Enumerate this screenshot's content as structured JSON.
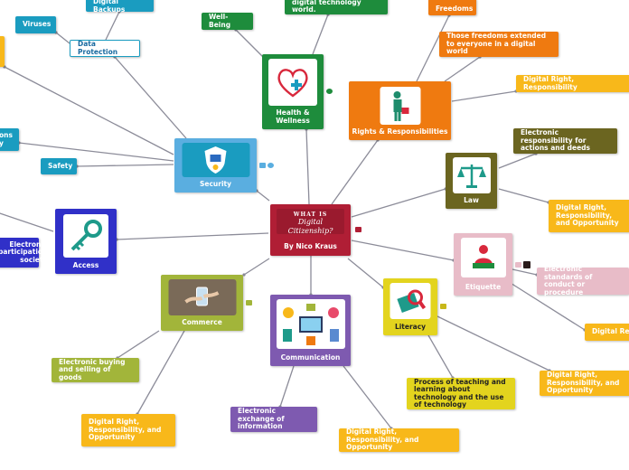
{
  "center": {
    "title_line1": "WHAT IS",
    "title_line2": "Digital Citizenship?",
    "author": "By Nico Kraus"
  },
  "topics": {
    "health": "Health & Wellness",
    "rights": "Rights & Responsibilities",
    "security": "Security",
    "access": "Access",
    "commerce": "Commerce",
    "communication": "Communication",
    "literacy": "Literacy",
    "etiquette": "Etiquette",
    "law": "Law"
  },
  "subtopics": {
    "well_being": "Well-Being",
    "digital_tech_world": "digital technology world.",
    "freedoms": "Freedoms",
    "freedoms_extended": "Those freedoms extended to everyone in a digital world",
    "rights_dr": "Digital Right, Responsibility",
    "digital_backups": "Digital Backups",
    "viruses": "Viruses",
    "data_protection": "Data Protection",
    "ons": "ons y",
    "safety": "Safety",
    "electronic_participation": "Electronic participation society",
    "buying_selling": "Electronic buying and selling of goods",
    "commerce_dr": "Digital Right, Responsibility, and Opportunity",
    "exchange_info": "Electronic exchange of information",
    "communication_dr": "Digital Right, Responsibility, and Opportunity",
    "teaching_learning": "Process of teaching and learning about technology and the use of technology",
    "literacy_dr": "Digital Right, Responsibility, and Opportunity",
    "electronic_standards": "Electronic standards of conduct or procedure",
    "etiquette_dr": "Digital Res",
    "law_responsibility": "Electronic responsibility for actions and deeds",
    "law_dr": "Digital Right, Responsibility, and Opportunity"
  },
  "colors": {
    "center": "#b01e35",
    "health": "#1e8c3c",
    "rights": "#ef7a10",
    "security": "#5aaee0",
    "access": "#3030c8",
    "commerce": "#a2b53a",
    "communication": "#7e5ab0",
    "literacy": "#e3d41e",
    "etiquette": "#e8bcc8",
    "law": "#6b6520",
    "yellow_tag": "#f8b81a",
    "teal_tag": "#1a9cc0",
    "line": "#8c8c99"
  }
}
